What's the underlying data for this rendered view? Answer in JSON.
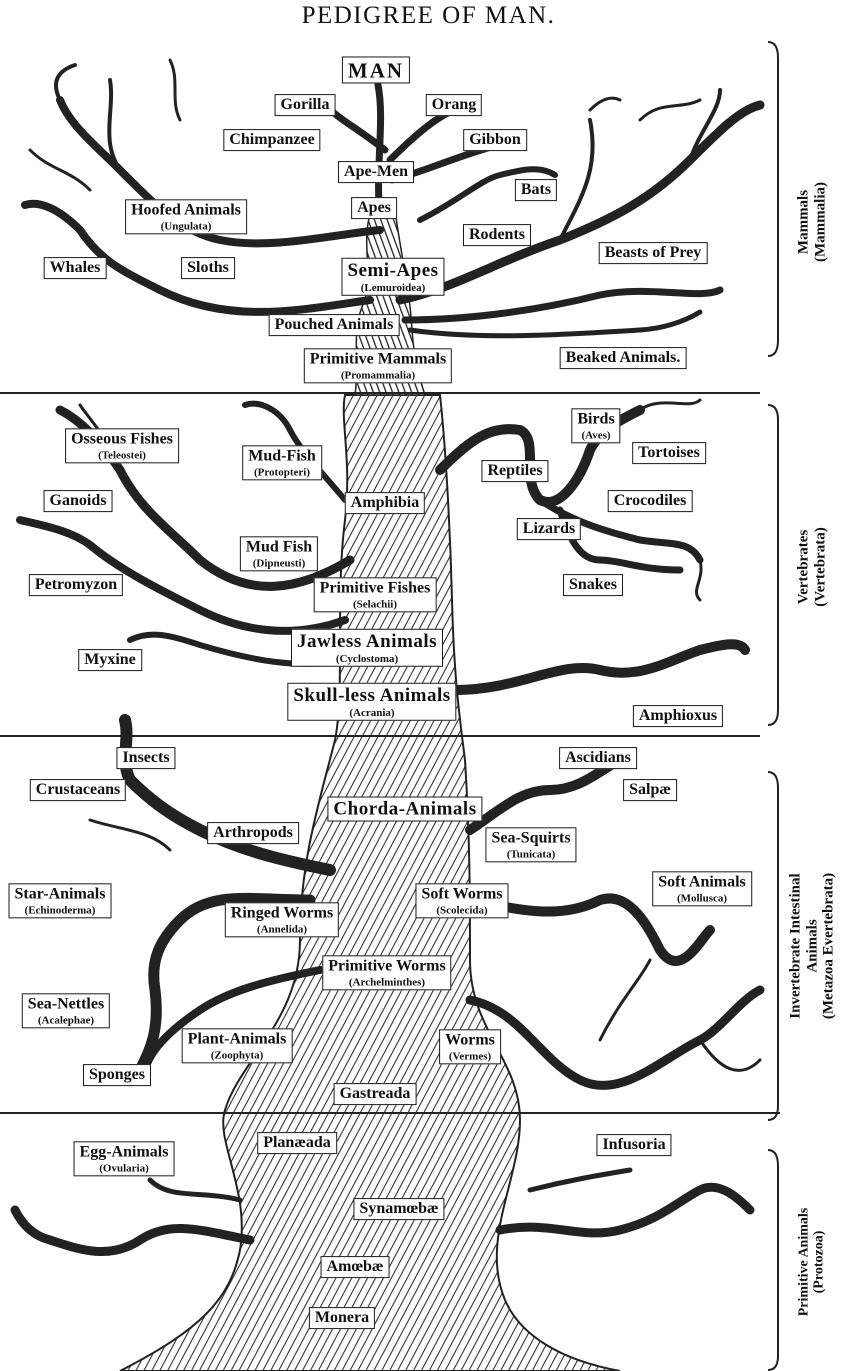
{
  "title": "PEDIGREE OF MAN.",
  "groups": {
    "mammals": {
      "name": "Mammals",
      "latin": "(Mammalia)"
    },
    "vertebrates": {
      "name": "Vertebrates",
      "latin": "(Vertebrata)"
    },
    "invertebrates": {
      "name": "Invertebrate Intestinal",
      "line2": "Animals",
      "latin": "(Metazoa Evertebrata)"
    },
    "primitive": {
      "name": "Primitive Animals",
      "latin": "(Protozoa)"
    }
  },
  "labels": {
    "man": "MAN",
    "gorilla": "Gorilla",
    "orang": "Orang",
    "chimpanzee": "Chimpanzee",
    "gibbon": "Gibbon",
    "ape_men": "Ape-Men",
    "bats": "Bats",
    "hoofed": {
      "name": "Hoofed Animals",
      "latin": "(Ungulata)"
    },
    "apes": "Apes",
    "rodents": "Rodents",
    "beasts_of_prey": "Beasts of Prey",
    "whales": "Whales",
    "sloths": "Sloths",
    "semi_apes": {
      "name": "Semi-Apes",
      "latin": "(Lemuroidea)"
    },
    "pouched": "Pouched Animals",
    "primitive_mammals": {
      "name": "Primitive Mammals",
      "latin": "(Promammalia)"
    },
    "beaked": "Beaked Animals.",
    "osseous": {
      "name": "Osseous Fishes",
      "latin": "(Teleostei)"
    },
    "mudfish_top": {
      "name": "Mud-Fish",
      "latin": "(Protopteri)"
    },
    "birds": {
      "name": "Birds",
      "latin": "(Aves)"
    },
    "tortoises": "Tortoises",
    "reptiles": "Reptiles",
    "ganoids": "Ganoids",
    "amphibia": "Amphibia",
    "crocodiles": "Crocodiles",
    "lizards": "Lizards",
    "mudfish": {
      "name": "Mud Fish",
      "latin": "(Dipneusti)"
    },
    "petromyzon": "Petromyzon",
    "primitive_fishes": {
      "name": "Primitive Fishes",
      "latin": "(Selachii)"
    },
    "snakes": "Snakes",
    "jawless": {
      "name": "Jawless Animals",
      "latin": "(Cyclostoma)"
    },
    "myxine": "Myxine",
    "skullless": {
      "name": "Skull-less Animals",
      "latin": "(Acrania)"
    },
    "amphioxus": "Amphioxus",
    "insects": "Insects",
    "ascidians": "Ascidians",
    "crustaceans": "Crustaceans",
    "salpae": "Salpæ",
    "chorda": "Chorda-Animals",
    "arthropods": "Arthropods",
    "sea_squirts": {
      "name": "Sea-Squirts",
      "latin": "(Tunicata)"
    },
    "star": {
      "name": "Star-Animals",
      "latin": "(Echinoderma)"
    },
    "soft_worms": {
      "name": "Soft Worms",
      "latin": "(Scolecida)"
    },
    "soft_animals": {
      "name": "Soft Animals",
      "latin": "(Mollusca)"
    },
    "ringed": {
      "name": "Ringed Worms",
      "latin": "(Annelida)"
    },
    "primitive_worms": {
      "name": "Primitive Worms",
      "latin": "(Archelminthes)"
    },
    "sea_nettles": {
      "name": "Sea-Nettles",
      "latin": "(Acalephae)"
    },
    "plant_animals": {
      "name": "Plant-Animals",
      "latin": "(Zoophyta)"
    },
    "worms": {
      "name": "Worms",
      "latin": "(Vermes)"
    },
    "sponges": "Sponges",
    "gastreada": "Gastreada",
    "egg_animals": {
      "name": "Egg-Animals",
      "latin": "(Ovularia)"
    },
    "planaeada": "Planæada",
    "infusoria": "Infusoria",
    "synamoebae": "Synamœbæ",
    "amoebae": "Amœbæ",
    "monera": "Monera"
  }
}
